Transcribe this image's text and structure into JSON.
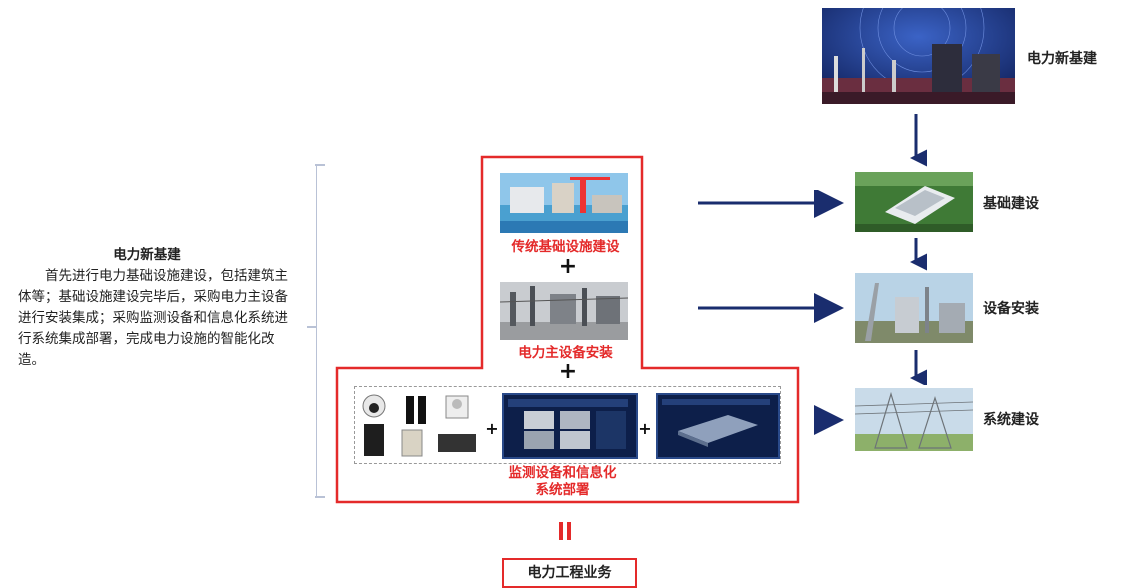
{
  "description": {
    "title": "电力新基建",
    "body": "首先进行电力基础设施建设，包括建筑主体等；基础设施建设完毕后，采购电力主设备进行安装集成；采购监测设备和信息化系统进行系统集成部署，完成电力设施的智能化改造。"
  },
  "center": {
    "step1_label": "传统基础设施建设",
    "step2_label": "电力主设备安装",
    "step3_label_line1": "监测设备和信息化",
    "step3_label_line2": "系统部署",
    "plus": "+",
    "equals": "=",
    "result_label": "电力工程业务"
  },
  "right": {
    "top_label": "电力新基建",
    "item1_label": "基础建设",
    "item2_label": "设备安装",
    "item3_label": "系统建设"
  },
  "colors": {
    "red": "#e42a2a",
    "navy": "#1a2d6e"
  }
}
